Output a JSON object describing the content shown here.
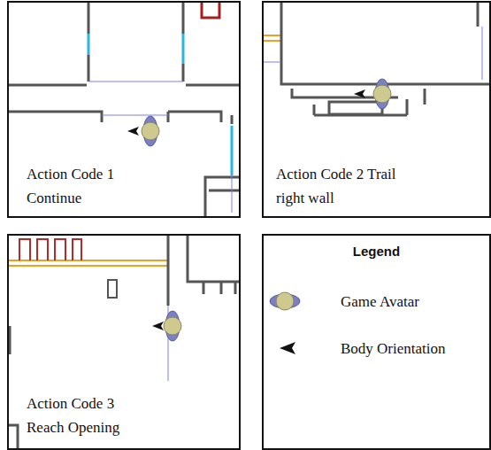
{
  "diagram": {
    "nodes": [
      {
        "text": [
          "Action Code 1 Continue"
        ]
      },
      {
        "text": [
          "Action Code 2 Trail right wall"
        ]
      },
      {
        "text": [
          "Action Code 3 Reach Opening"
        ]
      },
      {
        "text": [
          "Legend"
        ]
      }
    ],
    "legend": [
      {
        "text": "Game Avatar"
      },
      {
        "text": "Body Orientation"
      }
    ]
  }
}
